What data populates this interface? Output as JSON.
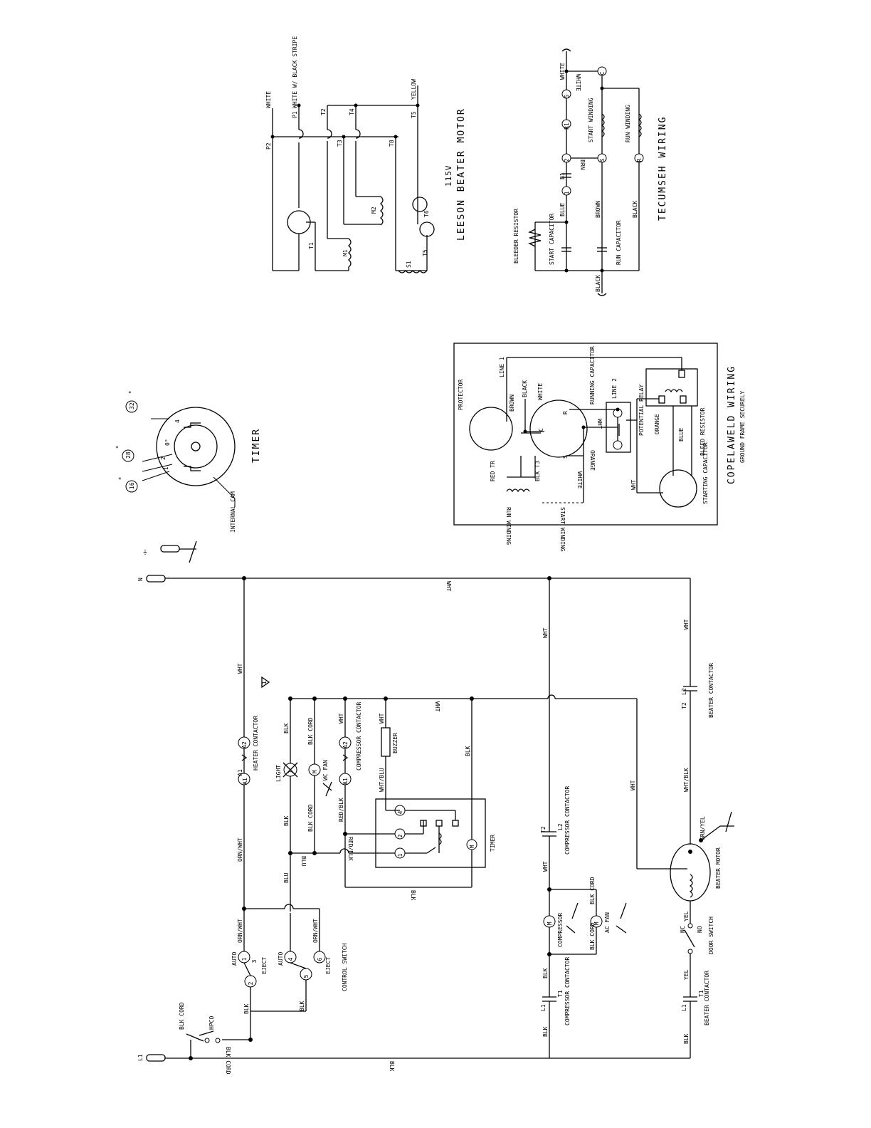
{
  "leeson": {
    "title_voltage": "115V",
    "title_name": "LEESON BEATER MOTOR",
    "wires": {
      "white": "WHITE",
      "white_black_stripe": "WHITE W/ BLACK STRIPE",
      "yellow": "YELLOW"
    },
    "terminals": {
      "p1": "P1",
      "p2": "P2",
      "t1": "T1",
      "t2": "T2",
      "t3": "T3",
      "t4": "T4",
      "t5": "T5",
      "t6": "T6",
      "t8": "T8",
      "m1": "M1",
      "m2": "M2",
      "s1": "S1"
    }
  },
  "tecumseh": {
    "title": "TECUMSEH WIRING",
    "wires": {
      "white": "WHITE",
      "white_inv": "WHITE",
      "blue": "BLUE",
      "brown": "BROWN",
      "black": "BLACK",
      "black_bottom": "BLACK",
      "brn": "BRN"
    },
    "components": {
      "start_winding": "START WINDING",
      "run_winding": "RUN WINDING",
      "bleeder_resistor": "BLEEDER RESISTOR",
      "start_capacitor": "START CAPACITOR",
      "run_capacitor": "RUN CAPACITOR"
    },
    "nodes": {
      "c": "C",
      "s": "S",
      "r": "R",
      "n5": "5",
      "n1": "1",
      "n2": "2",
      "b1": "B1",
      "r1": "R1"
    }
  },
  "timer": {
    "title": "TIMER",
    "internal_cam": "INTERNAL CAM",
    "terminals": [
      "16",
      "28",
      "32"
    ],
    "asterisk": "*",
    "cam_numbers": [
      "1",
      "2",
      "4"
    ],
    "angle": "0°"
  },
  "copeland": {
    "title": "COPELAWELD WIRING",
    "subtitle": "GROUND FRAME SECURELY",
    "labels": {
      "protector": "PROTECTOR",
      "line1": "LINE 1",
      "brown": "BROWN",
      "black": "BLACK",
      "white": "WHITE",
      "running_capacitor": "RUNNING CAPACITOR",
      "line2": "LINE 2",
      "potential_relay": "POTENTIAL RELAY",
      "orange": "ORANGE",
      "orange2": "ORANGE",
      "blue": "BLUE",
      "bleed_resistor": "BLEED RESISTOR",
      "starting_capacitor": "STARTING CAPACITOR",
      "wht": "WHT",
      "wht2": "WHT",
      "red_tr": "RED TR",
      "blk_t3": "BLK T3",
      "white_inv": "WHITE",
      "run_winding": "RUN WINDING",
      "start_winding": "START WINDING",
      "c": "C",
      "s": "S",
      "r": "R"
    }
  },
  "main": {
    "n_label": "N",
    "l1_label": "L1",
    "ground_symbol": "⏚",
    "triangle": "1",
    "heater_contactor": "HEATER CONTACTOR",
    "heater_contactor_a1": "A1",
    "heater_contactor_a2": "A2",
    "compressor_contactor": "COMPRESSOR CONTACTOR",
    "compressor_contactor_a1": "A1",
    "compressor_contactor_a2": "A2",
    "light": "LIGHT",
    "wc_fan": "WC FAN",
    "buzzer": "BUZZER",
    "timer": "TIMER",
    "timer_terminals": [
      "1",
      "2",
      "4",
      "M"
    ],
    "control_switch": "CONTROL SWITCH",
    "cs_auto": "AUTO",
    "cs_auto2": "AUTO",
    "cs_eject": "EJECT",
    "cs_eject2": "EJECT",
    "cs_terminals": [
      "1",
      "2",
      "3",
      "4",
      "5",
      "6"
    ],
    "hpco": "HPCO",
    "blk_cord": "BLK CORD",
    "blk_cord2": "BLK CORD",
    "compressor": "COMPRESSOR",
    "ac_fan": "AC FAN",
    "compressor_contactor_t1": "COMPRESSOR CONTACTOR",
    "compressor_contactor_t2": "COMPRESSOR CONTACTOR",
    "beater_contactor_t1": "BEATER CONTACTOR",
    "beater_contactor_t2": "BEATER CONTACTOR",
    "beater_motor": "BEATER MOTOR",
    "door_switch": "DOOR SWITCH",
    "nc": "NC",
    "no": "NO",
    "grn_yel": "GRN/YEL",
    "contacts": {
      "l1": "L1",
      "t1": "T1",
      "l2": "L2",
      "t2": "T2",
      "l1b": "L1",
      "t1b": "T1",
      "l2b": "L2",
      "t2b": "T2"
    },
    "wires": {
      "wht_top": "WHT",
      "wht_left": "WHT",
      "wht_mid": "WHT",
      "wht_right": "WHT",
      "wht_r2": "WHT",
      "wht_bus": "WHT",
      "wht_bus2": "WHT",
      "wht_a2": "WHT",
      "wht_buzz": "WHT",
      "orn_wht": "ORN/WHT",
      "orn_wht2": "ORN/WHT",
      "orn_wht3": "ORN/WHT",
      "blk_light": "BLK",
      "blk_cord_a": "BLK CORD",
      "blk_cord_b": "BLK CORD",
      "blk_l": "BLK",
      "blu": "BLU",
      "blu2": "BLU",
      "red_blk": "RED/BLK",
      "red_blk2": "RED/BLK",
      "wht_blu": "WHT/BLU",
      "blk_timer": "BLK",
      "blk_t": "BLK",
      "blk_bottom": "BLK",
      "blk_cs1": "BLK",
      "blk_cs2": "BLK",
      "blk_c1": "BLK",
      "blk_c2": "BLK",
      "blk_b1": "BLK",
      "wht_comp": "WHT",
      "blk_cord_c": "BLK CORD",
      "blk_cord_d": "BLK CORD",
      "wht_blk": "WHT/BLK",
      "yel": "YEL",
      "yel2": "YEL",
      "blk_bot2": "BLK"
    }
  }
}
